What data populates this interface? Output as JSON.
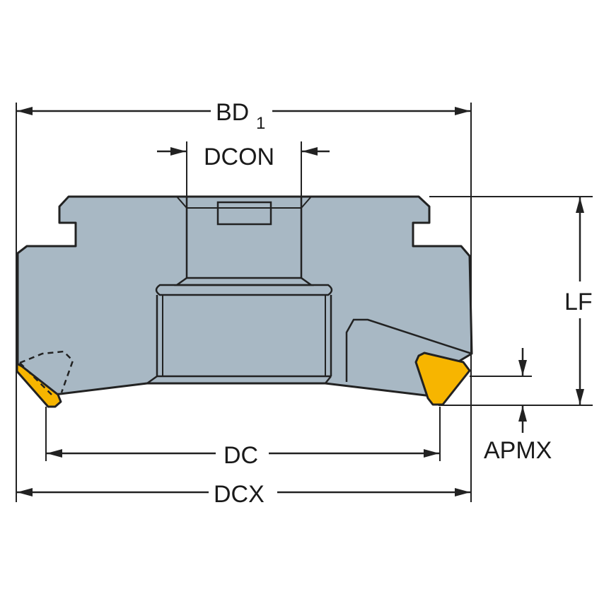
{
  "colors": {
    "body": "#a8b8c4",
    "insert": "#f7b500",
    "line": "#222222"
  },
  "dimensions": {
    "bd1": {
      "main": "BD",
      "sub": "1"
    },
    "dcon": "DCON",
    "lf": "LF",
    "apmx": "APMX",
    "dc": "DC",
    "dcx": "DCX"
  }
}
